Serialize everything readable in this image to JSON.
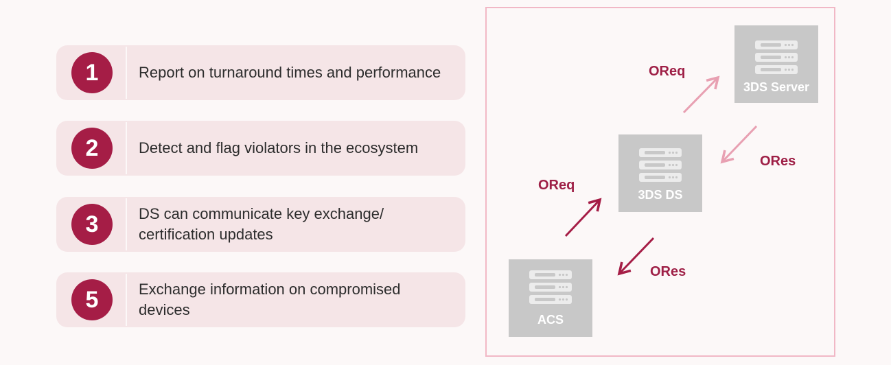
{
  "list": {
    "items": [
      {
        "number": "1",
        "text": "Report on turnaround times and performance"
      },
      {
        "number": "2",
        "text": "Detect and flag violators in the ecosystem"
      },
      {
        "number": "3",
        "text": "DS can communicate key exchange/ certification updates"
      },
      {
        "number": "5",
        "text": "Exchange information on compromised devices"
      }
    ]
  },
  "diagram": {
    "nodes": {
      "server": {
        "label": "3DS Server"
      },
      "ds": {
        "label": "3DS DS"
      },
      "acs": {
        "label": "ACS"
      }
    },
    "flows": {
      "oreq_top": "OReq",
      "ores_top": "ORes",
      "oreq_bottom": "OReq",
      "ores_bottom": "ORes"
    },
    "colors": {
      "accent": "#a51d46",
      "light_arrow": "#e8a0b2",
      "dark_arrow": "#a51d46",
      "server_box": "#c8c8c8"
    }
  }
}
